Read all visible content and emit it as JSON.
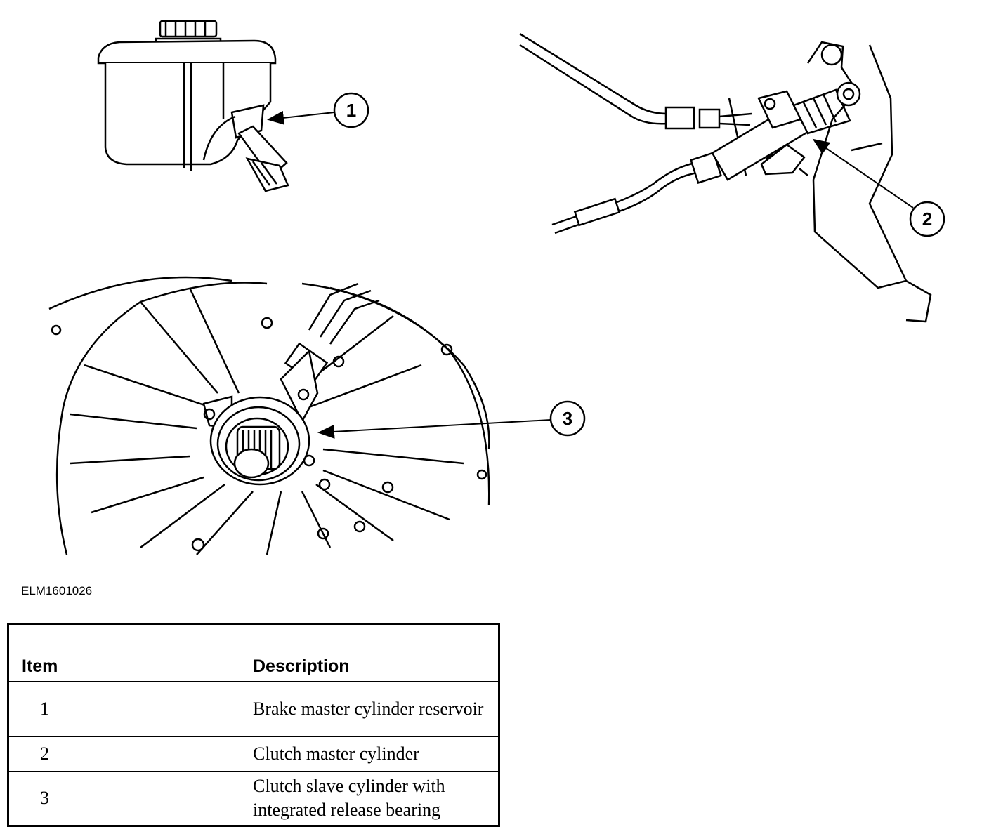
{
  "figure": {
    "reference_id": "ELM1601026",
    "callouts": [
      "1",
      "2",
      "3"
    ]
  },
  "table": {
    "headers": {
      "item": "Item",
      "description": "Description"
    },
    "rows": [
      {
        "item": "1",
        "description": "Brake master cylinder reservoir"
      },
      {
        "item": "2",
        "description": "Clutch master cylinder"
      },
      {
        "item": "3",
        "description": "Clutch slave cylinder with integrated release bearing"
      }
    ]
  }
}
